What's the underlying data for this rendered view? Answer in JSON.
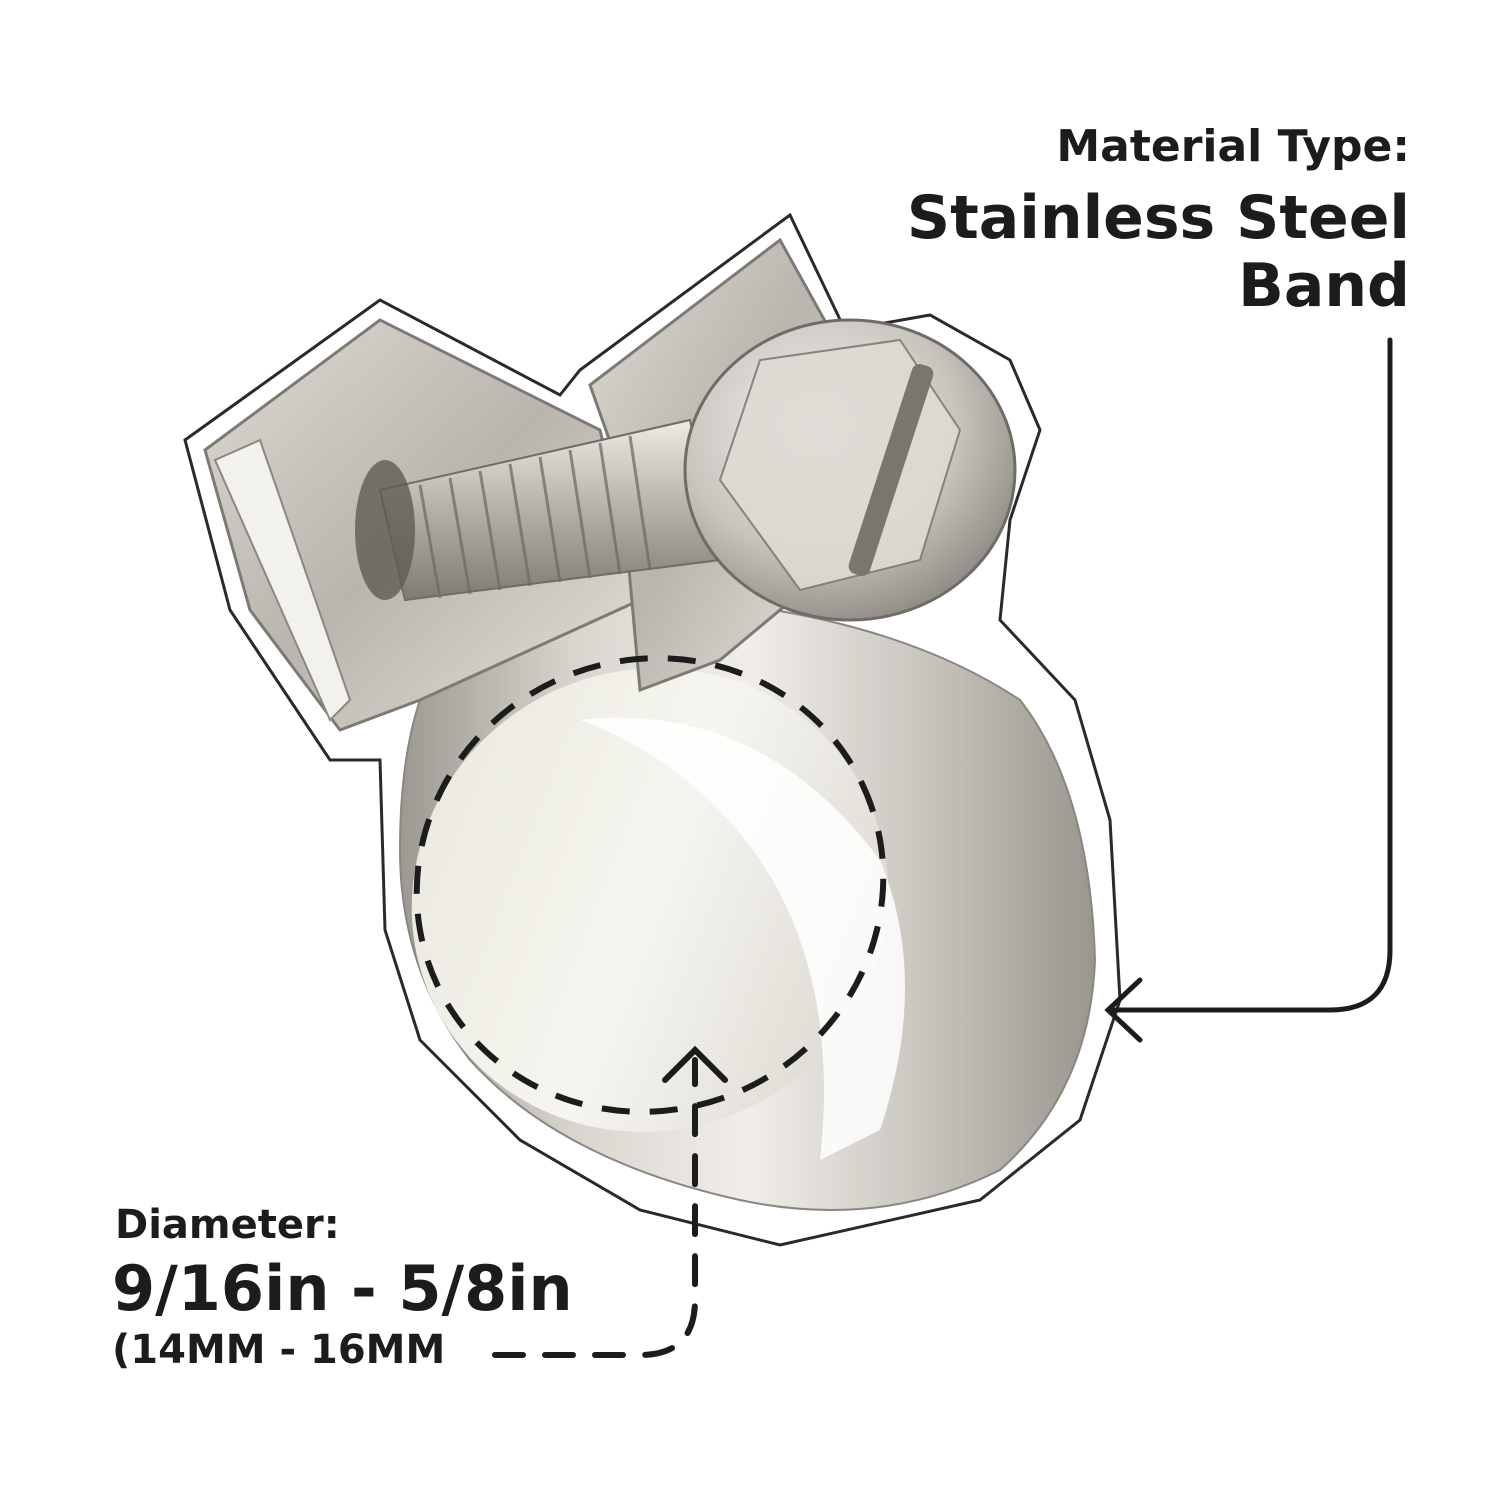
{
  "material": {
    "caption": "Material Type:",
    "value_line1": "Stainless Steel",
    "value_line2": "Band"
  },
  "diameter": {
    "caption": "Diameter:",
    "imperial": "9/16in - 5/8in",
    "metric": "(14MM - 16MM"
  },
  "colors": {
    "text": "#1c1c1c",
    "steel_light": "#ece9e4",
    "steel_mid": "#c7c3bd",
    "steel_dark": "#8f8b86",
    "background": "#ffffff"
  },
  "icons": [
    "hose-clamp-illustration",
    "arrow-left-icon",
    "arrow-up-icon"
  ]
}
